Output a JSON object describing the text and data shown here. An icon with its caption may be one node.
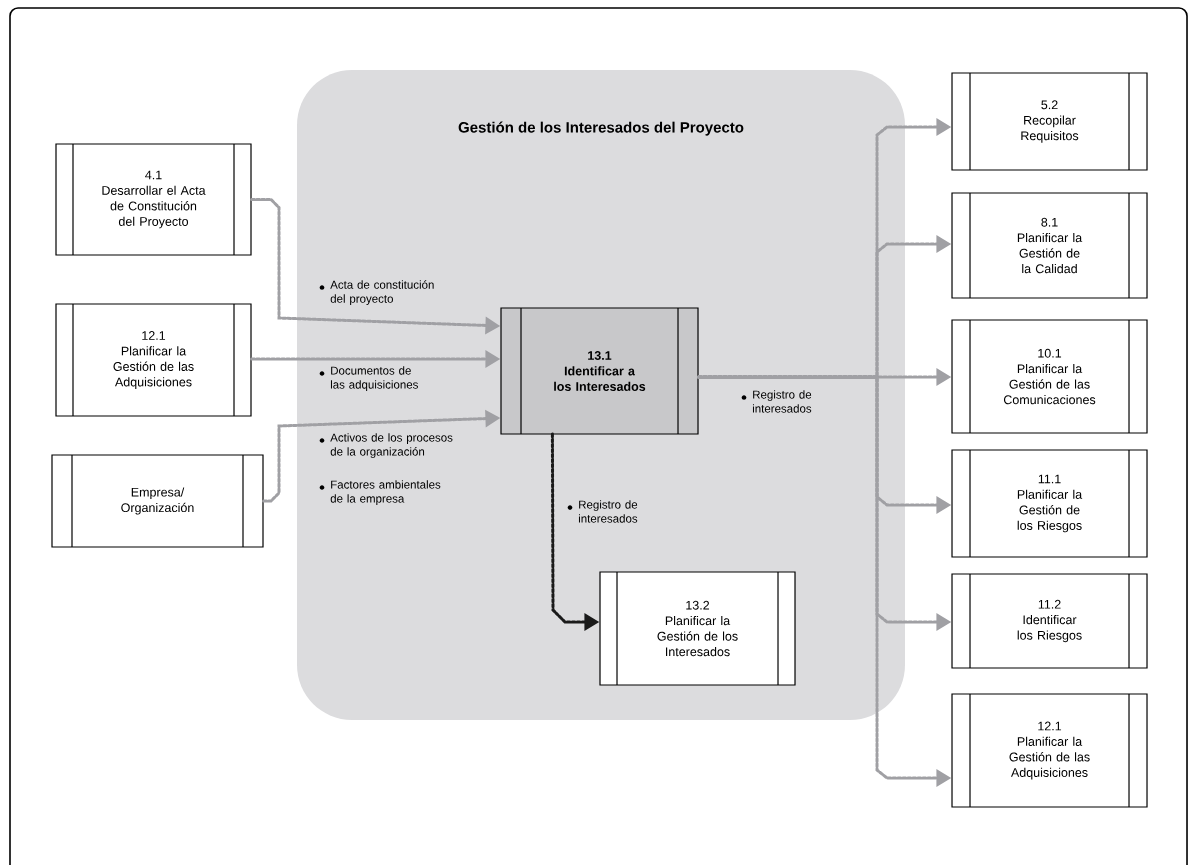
{
  "diagram": {
    "nodes": [
      {
        "text": [
          "Gestión de los Interesados del Proyecto"
        ]
      },
      {
        "text": [
          "4.1",
          "Desarrollar el Acta de Constitución del Proyecto"
        ]
      },
      {
        "text": [
          "12.1",
          "Planificar la Gestión de las Adquisiciones"
        ]
      },
      {
        "text": [
          "Empresa/ Organización"
        ]
      },
      {
        "text": [
          "13.1",
          "Identificar a los Interesados"
        ],
        "in": 0
      },
      {
        "text": [
          "13.2",
          "Planificar la Gestión de los Interesados"
        ],
        "in": 0
      },
      {
        "text": [
          "5.2",
          "Recopilar Requisitos"
        ]
      },
      {
        "text": [
          "8.1",
          "Planificar la Gestión de la Calidad"
        ]
      },
      {
        "text": [
          "10.1",
          "Planificar la Gestión de las Comunicaciones"
        ]
      },
      {
        "text": [
          "11.1",
          "Planificar la Gestión de los Riesgos"
        ]
      },
      {
        "text": [
          "11.2",
          "Identificar los Riesgos"
        ]
      },
      {
        "text": [
          "12.1",
          "Planificar la Gestión de las Adquisiciones"
        ]
      }
    ],
    "edges": [
      {
        "from": 1,
        "to": 4,
        "arrow": "to",
        "label": "Acta de constitución del proyecto"
      },
      {
        "from": 2,
        "to": 4,
        "arrow": "to",
        "label": "Documentos de las adquisiciones"
      },
      {
        "from": 3,
        "to": 4,
        "arrow": "to",
        "label": "Activos de los procesos de la organización"
      },
      {
        "from": 4,
        "to": 5,
        "arrow": "to",
        "label": "Registro de interesados",
        "color": "#1a1a1a"
      },
      {
        "from": 4,
        "to": 6,
        "arrow": "to"
      },
      {
        "from": 4,
        "to": 7,
        "arrow": "to"
      },
      {
        "from": 4,
        "to": 8,
        "arrow": "to",
        "label": "Registro de interesados"
      },
      {
        "from": 4,
        "to": 9,
        "arrow": "to"
      },
      {
        "from": 4,
        "to": 10,
        "arrow": "to"
      },
      {
        "from": 4,
        "to": 11,
        "arrow": "to"
      }
    ],
    "labels": [
      "Factores ambientales de la empresa"
    ]
  }
}
